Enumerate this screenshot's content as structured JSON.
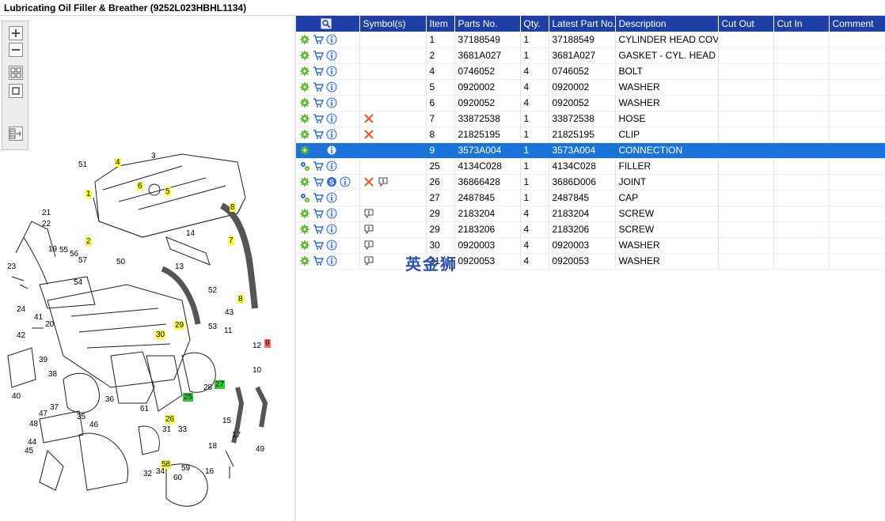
{
  "title": "Lubricating Oil Filler & Breather (9252L023HBHL1134)",
  "toolbar": {
    "zoom_in": "zoom-in",
    "zoom_out": "zoom-out",
    "fit": "fit-page",
    "actual": "actual-size",
    "export": "export"
  },
  "columns": [
    "",
    "Symbol(s)",
    "Item",
    "Parts No.",
    "Qty.",
    "Latest Part No.",
    "Description",
    "Cut Out",
    "Cut In",
    "Comment"
  ],
  "rows": [
    {
      "icons": [
        "gear",
        "cart",
        "info"
      ],
      "symbols": [],
      "item": "1",
      "part": "37188549",
      "qty": "1",
      "latest": "37188549",
      "desc": "CYLINDER HEAD COVER"
    },
    {
      "icons": [
        "gear",
        "cart",
        "info"
      ],
      "symbols": [],
      "item": "2",
      "part": "3681A027",
      "qty": "1",
      "latest": "3681A027",
      "desc": "GASKET - CYL. HEAD COV"
    },
    {
      "icons": [
        "gear",
        "cart",
        "info"
      ],
      "symbols": [],
      "item": "4",
      "part": "0746052",
      "qty": "4",
      "latest": "0746052",
      "desc": "BOLT"
    },
    {
      "icons": [
        "gear",
        "cart",
        "info"
      ],
      "symbols": [],
      "item": "5",
      "part": "0920002",
      "qty": "4",
      "latest": "0920002",
      "desc": "WASHER"
    },
    {
      "icons": [
        "gear",
        "cart",
        "info"
      ],
      "symbols": [],
      "item": "6",
      "part": "0920052",
      "qty": "4",
      "latest": "0920052",
      "desc": "WASHER"
    },
    {
      "icons": [
        "gear",
        "cart",
        "info"
      ],
      "symbols": [
        "cross"
      ],
      "item": "7",
      "part": "33872538",
      "qty": "1",
      "latest": "33872538",
      "desc": "HOSE"
    },
    {
      "icons": [
        "gear",
        "cart",
        "info"
      ],
      "symbols": [
        "cross"
      ],
      "item": "8",
      "part": "21825195",
      "qty": "1",
      "latest": "21825195",
      "desc": "CLIP"
    },
    {
      "icons": [
        "gear",
        "cart",
        "info"
      ],
      "symbols": [],
      "item": "9",
      "part": "3573A004",
      "qty": "1",
      "latest": "3573A004",
      "desc": "CONNECTION",
      "selected": true
    },
    {
      "icons": [
        "gears",
        "cart",
        "info"
      ],
      "symbols": [],
      "item": "25",
      "part": "4134C028",
      "qty": "1",
      "latest": "4134C028",
      "desc": "FILLER"
    },
    {
      "icons": [
        "gear",
        "cart",
        "s",
        "info"
      ],
      "symbols": [
        "cross",
        "note"
      ],
      "item": "26",
      "part": "36866428",
      "qty": "1",
      "latest": "3686D006",
      "desc": "JOINT"
    },
    {
      "icons": [
        "gears",
        "cart",
        "info"
      ],
      "symbols": [],
      "item": "27",
      "part": "2487845",
      "qty": "1",
      "latest": "2487845",
      "desc": "CAP"
    },
    {
      "icons": [
        "gear",
        "cart",
        "info"
      ],
      "symbols": [
        "note"
      ],
      "item": "29",
      "part": "2183204",
      "qty": "4",
      "latest": "2183204",
      "desc": "SCREW"
    },
    {
      "icons": [
        "gear",
        "cart",
        "info"
      ],
      "symbols": [
        "note"
      ],
      "item": "29",
      "part": "2183206",
      "qty": "4",
      "latest": "2183206",
      "desc": "SCREW"
    },
    {
      "icons": [
        "gear",
        "cart",
        "info"
      ],
      "symbols": [
        "note"
      ],
      "item": "30",
      "part": "0920003",
      "qty": "4",
      "latest": "0920003",
      "desc": "WASHER"
    },
    {
      "icons": [
        "gear",
        "cart",
        "info"
      ],
      "symbols": [
        "note"
      ],
      "item": "31",
      "part": "0920053",
      "qty": "4",
      "latest": "0920053",
      "desc": "WASHER"
    }
  ],
  "watermark": "英金狮",
  "colors": {
    "header": "#1f3fa6",
    "selected": "#1a73d8",
    "callout_yellow": "#ffff33",
    "callout_green": "#33cc33",
    "callout_red": "#ff6666"
  },
  "callouts": {
    "yellow": [
      "1",
      "2",
      "4",
      "5",
      "6",
      "7",
      "8",
      "8",
      "29",
      "30",
      "26",
      "58"
    ],
    "green": [
      "25",
      "27"
    ],
    "red": [
      "9"
    ],
    "plain": [
      "51",
      "3",
      "14",
      "13",
      "50",
      "52",
      "12",
      "10",
      "11",
      "43",
      "53",
      "21",
      "22",
      "19",
      "23",
      "24",
      "55",
      "56",
      "57",
      "54",
      "41",
      "20",
      "42",
      "39",
      "40",
      "38",
      "37",
      "36",
      "61",
      "28",
      "47",
      "48",
      "35",
      "46",
      "44",
      "45",
      "31",
      "33",
      "32",
      "34",
      "59",
      "60",
      "15",
      "17",
      "18",
      "16",
      "49"
    ]
  }
}
